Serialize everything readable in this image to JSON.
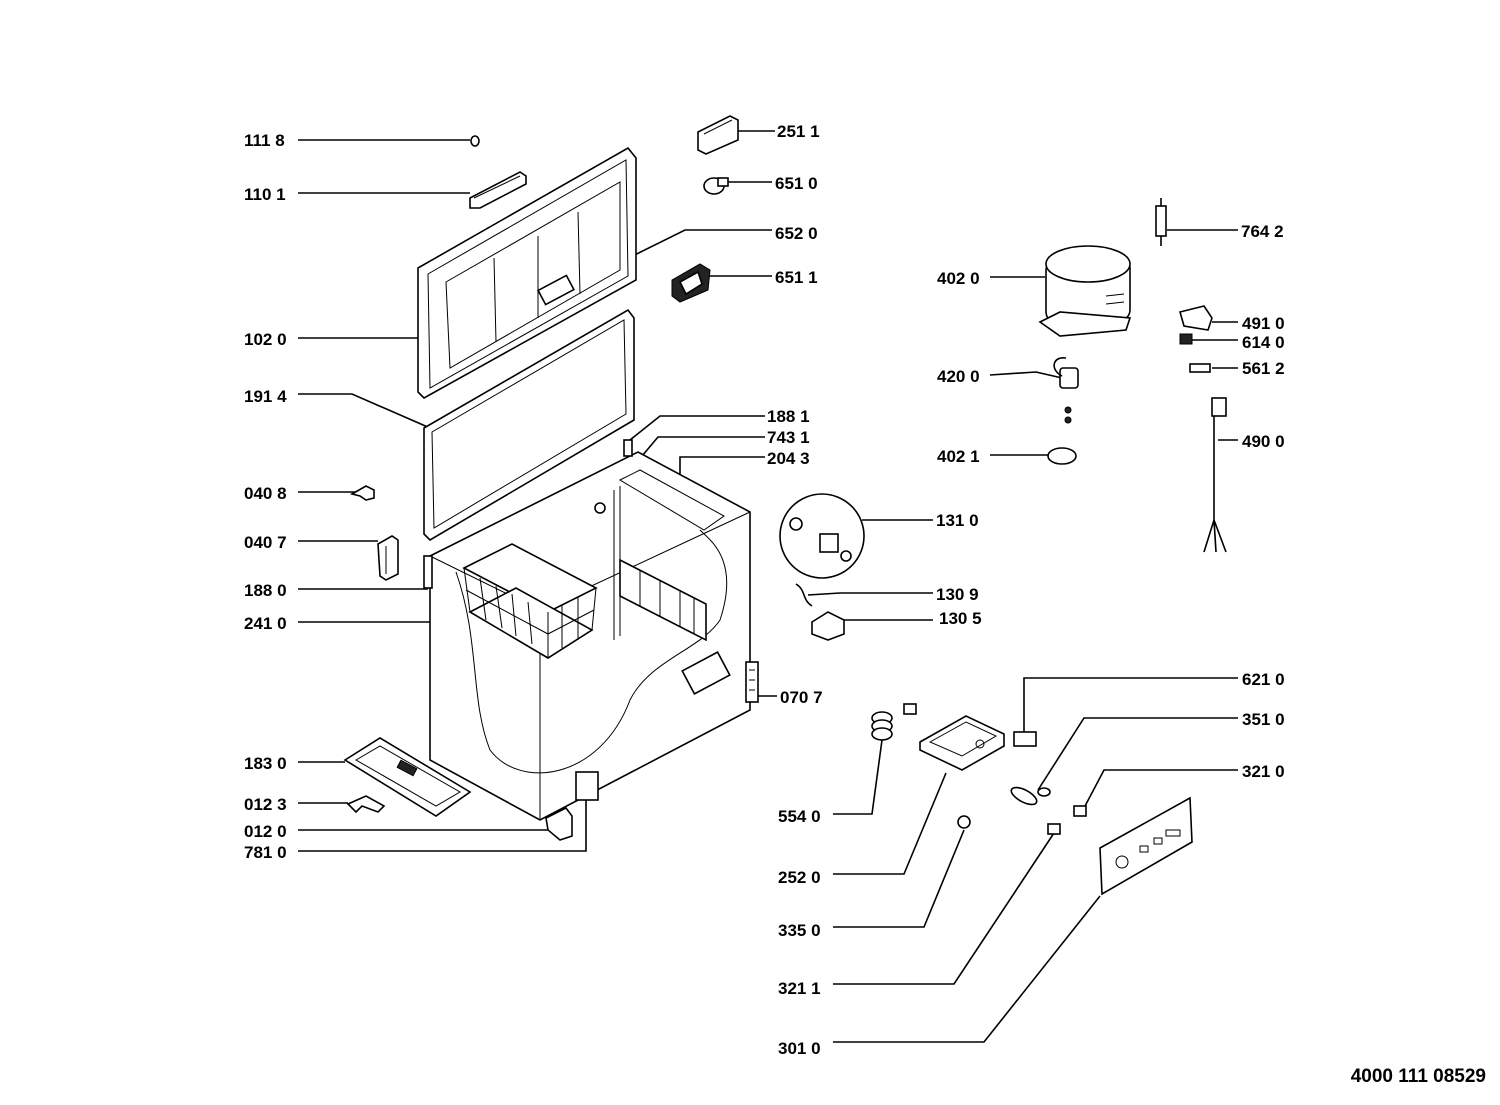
{
  "document_number": "4000 111 08529",
  "parts": {
    "p1118": "111 8",
    "p1101": "110 1",
    "p1020": "102 0",
    "p1914": "191 4",
    "p0408": "040 8",
    "p0407": "040 7",
    "p1880": "188 0",
    "p2410": "241 0",
    "p1830": "183 0",
    "p0123": "012 3",
    "p0120": "012 0",
    "p7810": "781 0",
    "p2511": "251 1",
    "p6510": "651 0",
    "p6520": "652 0",
    "p6511": "651 1",
    "p1881": "188 1",
    "p7431": "743 1",
    "p2043": "204 3",
    "p1310": "131 0",
    "p1309": "130 9",
    "p1305": "130 5",
    "p0707": "070 7",
    "p5540": "554 0",
    "p2520": "252 0",
    "p3350": "335 0",
    "p3211": "321 1",
    "p3010": "301 0",
    "p6210": "621 0",
    "p3510": "351 0",
    "p3210": "321 0",
    "p7642": "764 2",
    "p4020": "402 0",
    "p4910": "491 0",
    "p6140": "614 0",
    "p5612": "561 2",
    "p4200": "420 0",
    "p4021": "402 1",
    "p4900": "490 0"
  }
}
